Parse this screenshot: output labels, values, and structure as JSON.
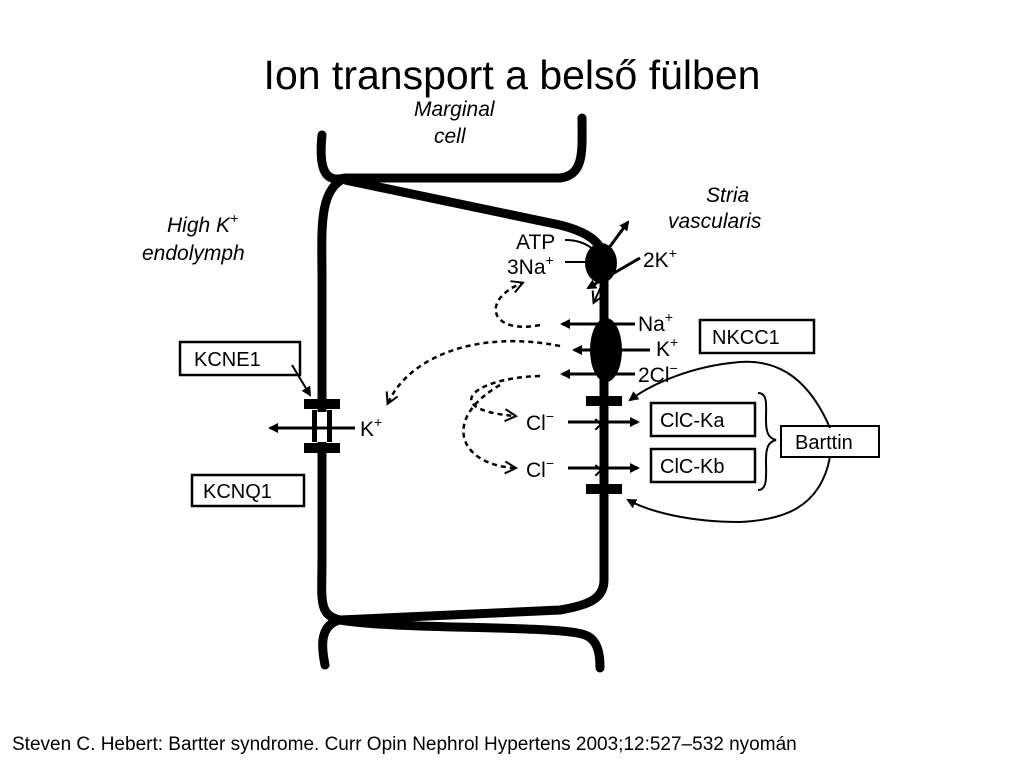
{
  "title": "Ion transport a belső fülben",
  "caption": "Steven C. Hebert: Bartter syndrome. Curr Opin Nephrol Hypertens 2003;12:527–532 nyomán",
  "labels": {
    "marginal_cell_line1": "Marginal",
    "marginal_cell_line2": "cell",
    "stria_line1": "Stria",
    "stria_line2": "vascularis",
    "endolymph_line1": "High K",
    "endolymph_line1_sup": "+",
    "endolymph_line2": "endolymph",
    "atp": "ATP",
    "na3": "3Na",
    "na3_sup": "+",
    "k2": "2K",
    "k2_sup": "+",
    "na": "Na",
    "na_sup": "+",
    "k": "K",
    "k_sup": "+",
    "cl2": "2Cl",
    "cl2_sup": "−",
    "cl_a": "Cl",
    "cl_a_sup": "−",
    "cl_b": "Cl",
    "cl_b_sup": "−",
    "k_left": "K",
    "k_left_sup": "+"
  },
  "boxes": {
    "kcne1": "KCNE1",
    "kcnq1": "KCNQ1",
    "nkcc1": "NKCC1",
    "clc_ka": "ClC-Ka",
    "clc_kb": "ClC-Kb",
    "barttin": "Barttin"
  }
}
